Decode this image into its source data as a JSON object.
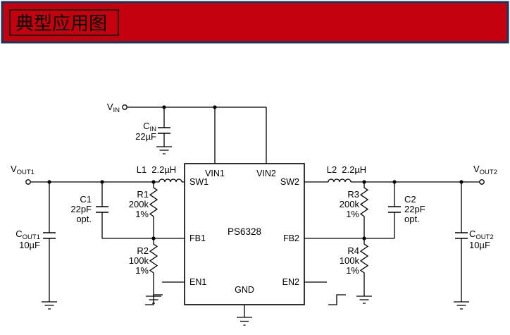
{
  "header": {
    "title": "典型应用图"
  },
  "colors": {
    "banner_bg": "#C5000F",
    "banner_border": "#17375E",
    "line": "#000000"
  },
  "ic": {
    "name": "PS6328",
    "pins": {
      "vin1": "VIN1",
      "vin2": "VIN2",
      "sw1": "SW1",
      "sw2": "SW2",
      "fb1": "FB1",
      "fb2": "FB2",
      "en1": "EN1",
      "en2": "EN2",
      "gnd": "GND"
    }
  },
  "nets": {
    "vin": {
      "sym": "V",
      "sub": "IN"
    },
    "vout1": {
      "sym": "V",
      "sub": "OUT1"
    },
    "vout2": {
      "sym": "V",
      "sub": "OUT2"
    }
  },
  "components": {
    "cin": {
      "sym": "C",
      "sub": "IN",
      "value": "22µF"
    },
    "cout1": {
      "sym": "C",
      "sub": "OUT1",
      "value": "10µF"
    },
    "cout2": {
      "sym": "C",
      "sub": "OUT2",
      "value": "10µF"
    },
    "l1": {
      "name": "L1",
      "value": "2.2µH"
    },
    "l2": {
      "name": "L2",
      "value": "2.2µH"
    },
    "c1": {
      "name": "C1",
      "value": "22pF",
      "note": "opt."
    },
    "c2": {
      "name": "C2",
      "value": "22pF",
      "note": "opt."
    },
    "r1": {
      "name": "R1",
      "value": "200k",
      "tolerance": "1%"
    },
    "r2": {
      "name": "R2",
      "value": "100k",
      "tolerance": "1%"
    },
    "r3": {
      "name": "R3",
      "value": "200k",
      "tolerance": "1%"
    },
    "r4": {
      "name": "R4",
      "value": "100k",
      "tolerance": "1%"
    }
  }
}
